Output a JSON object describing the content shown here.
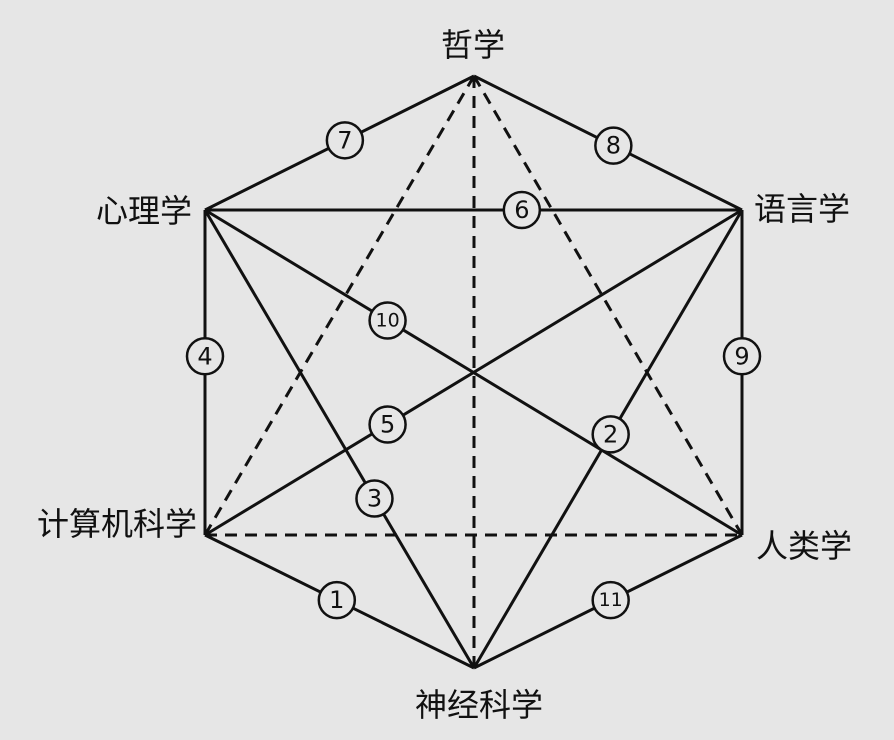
{
  "diagram": {
    "nodes": [
      {
        "id": "philosophy",
        "label": "哲学"
      },
      {
        "id": "psychology",
        "label": "心理学"
      },
      {
        "id": "linguistics",
        "label": "语言学"
      },
      {
        "id": "computer-science",
        "label": "计算机科学"
      },
      {
        "id": "anthropology",
        "label": "人类学"
      },
      {
        "id": "neuroscience",
        "label": "神经科学"
      }
    ],
    "edges": [
      {
        "number": "1",
        "from": "computer-science",
        "to": "neuroscience",
        "style": "solid"
      },
      {
        "number": "2",
        "from": "linguistics",
        "to": "neuroscience",
        "style": "solid"
      },
      {
        "number": "3",
        "from": "psychology",
        "to": "neuroscience",
        "style": "solid"
      },
      {
        "number": "4",
        "from": "psychology",
        "to": "computer-science",
        "style": "solid"
      },
      {
        "number": "5",
        "from": "computer-science",
        "to": "linguistics",
        "style": "solid"
      },
      {
        "number": "6",
        "from": "psychology",
        "to": "linguistics",
        "style": "solid"
      },
      {
        "number": "7",
        "from": "philosophy",
        "to": "psychology",
        "style": "solid"
      },
      {
        "number": "8",
        "from": "philosophy",
        "to": "linguistics",
        "style": "solid"
      },
      {
        "number": "9",
        "from": "linguistics",
        "to": "anthropology",
        "style": "solid"
      },
      {
        "number": "10",
        "from": "psychology",
        "to": "anthropology",
        "style": "solid"
      },
      {
        "number": "11",
        "from": "anthropology",
        "to": "neuroscience",
        "style": "solid"
      },
      {
        "number": "",
        "from": "philosophy",
        "to": "computer-science",
        "style": "dashed"
      },
      {
        "number": "",
        "from": "philosophy",
        "to": "anthropology",
        "style": "dashed"
      },
      {
        "number": "",
        "from": "philosophy",
        "to": "neuroscience",
        "style": "dashed"
      },
      {
        "number": "",
        "from": "computer-science",
        "to": "anthropology",
        "style": "dashed"
      }
    ]
  }
}
